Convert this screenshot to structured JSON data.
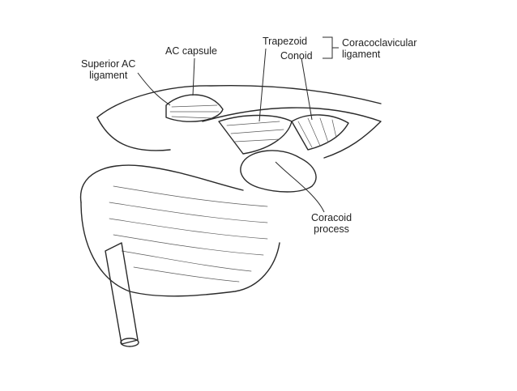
{
  "labels": {
    "superior_ac_ligament": [
      "Superior AC",
      "ligament"
    ],
    "ac_capsule": "AC capsule",
    "trapezoid": "Trapezoid",
    "conoid": "Conoid",
    "coracoclavicular_ligament": [
      "Coracoclavicular",
      "ligament"
    ],
    "coracoid_process": [
      "Coracoid",
      "process"
    ]
  }
}
